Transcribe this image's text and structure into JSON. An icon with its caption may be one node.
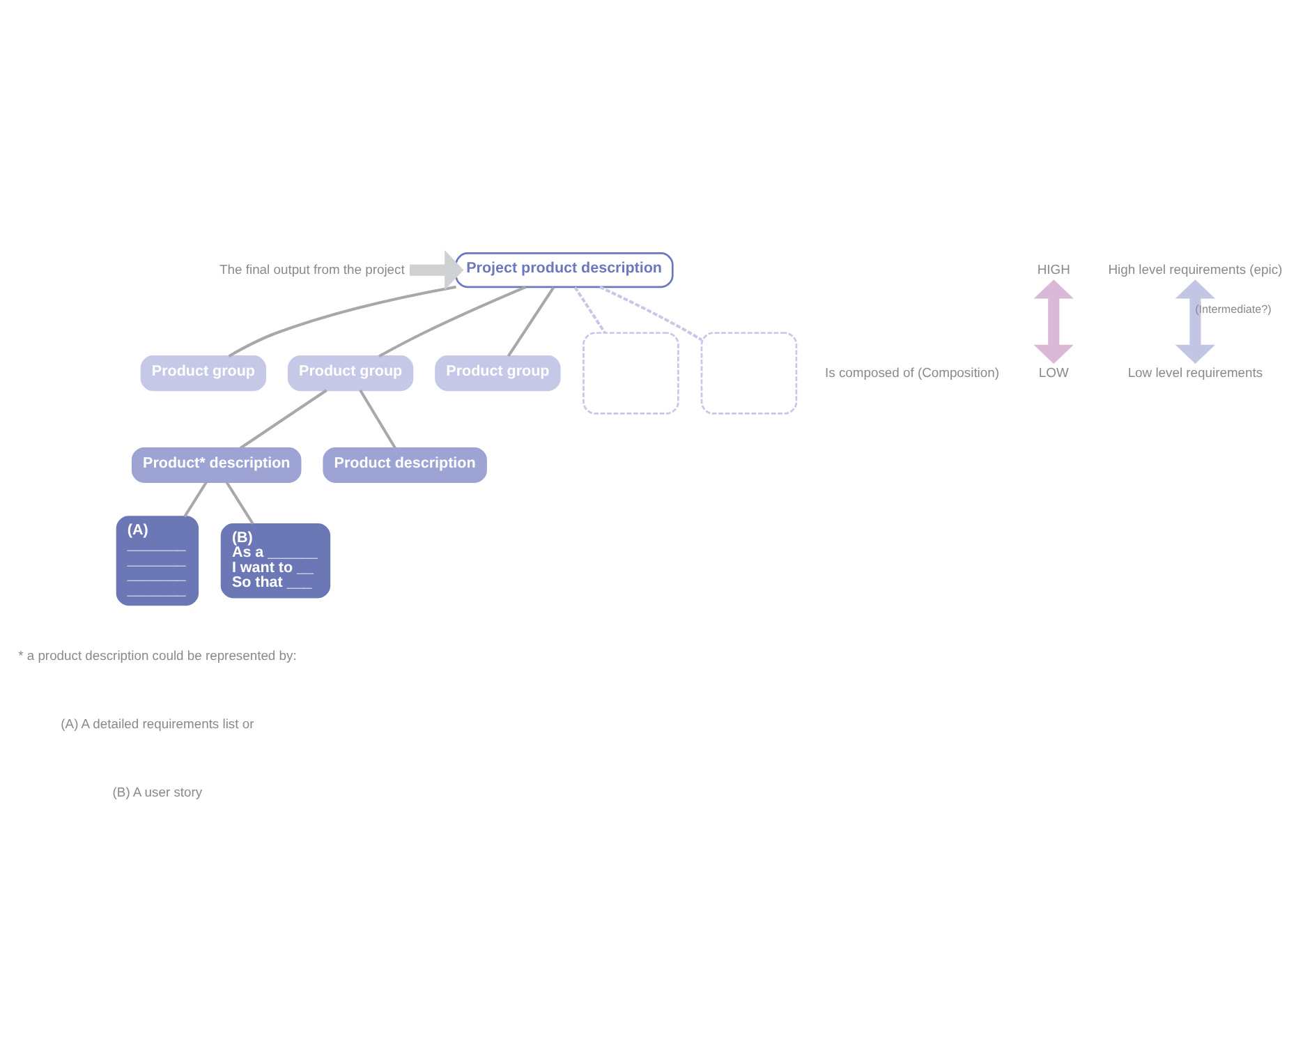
{
  "diagram": {
    "nodes": [
      {
        "text": [
          "Project product description"
        ]
      },
      {
        "text": [
          "Product group"
        ]
      },
      {
        "text": [
          "Product group"
        ]
      },
      {
        "text": [
          "Product group"
        ]
      },
      {
        "text": [
          "Product* description"
        ]
      },
      {
        "text": [
          "Product description"
        ]
      },
      {
        "text": [
          "(A)",
          "_______",
          "_______",
          "_______",
          "_______"
        ]
      },
      {
        "text": [
          "(B)",
          "As a ______",
          "I want to __",
          "So that ___"
        ]
      },
      {
        "text": [],
        "shape": "box"
      },
      {
        "text": [],
        "shape": "box"
      },
      {
        "text": [
          "The final output from the project"
        ]
      },
      {
        "text": [
          "HIGH"
        ]
      },
      {
        "text": [
          "LOW"
        ]
      },
      {
        "text": [
          "High level requirements (epic)"
        ]
      },
      {
        "text": [
          "Low level requirements"
        ]
      }
    ],
    "edges": [
      {
        "from": 10,
        "to": 0,
        "arrow": "to",
        "style": "thick",
        "color": "#d0d1d3"
      },
      {
        "from": 0,
        "to": 1,
        "arrow": "none"
      },
      {
        "from": 0,
        "to": 2,
        "arrow": "none"
      },
      {
        "from": 0,
        "to": 3,
        "arrow": "none"
      },
      {
        "from": 0,
        "to": 8,
        "arrow": "none",
        "style": "dashed",
        "color": "#c5c8e6"
      },
      {
        "from": 0,
        "to": 9,
        "arrow": "none",
        "style": "dashed",
        "color": "#c5c8e6"
      },
      {
        "from": 2,
        "to": 4,
        "arrow": "none"
      },
      {
        "from": 2,
        "to": 5,
        "arrow": "none"
      },
      {
        "from": 4,
        "to": 6,
        "arrow": "none"
      },
      {
        "from": 4,
        "to": 7,
        "arrow": "none"
      },
      {
        "from": 11,
        "to": 12,
        "arrow": "both",
        "style": "thick",
        "color": "#dab8d8"
      },
      {
        "from": 13,
        "to": 14,
        "arrow": "both",
        "style": "thick",
        "color": "#c3c5e4",
        "label": "(Intermediate?)"
      }
    ],
    "labels": [
      "Is composed of (Composition)",
      "* a product description could be represented by:",
      "(A) A detailed requirements list or",
      "(B) A user story"
    ]
  }
}
